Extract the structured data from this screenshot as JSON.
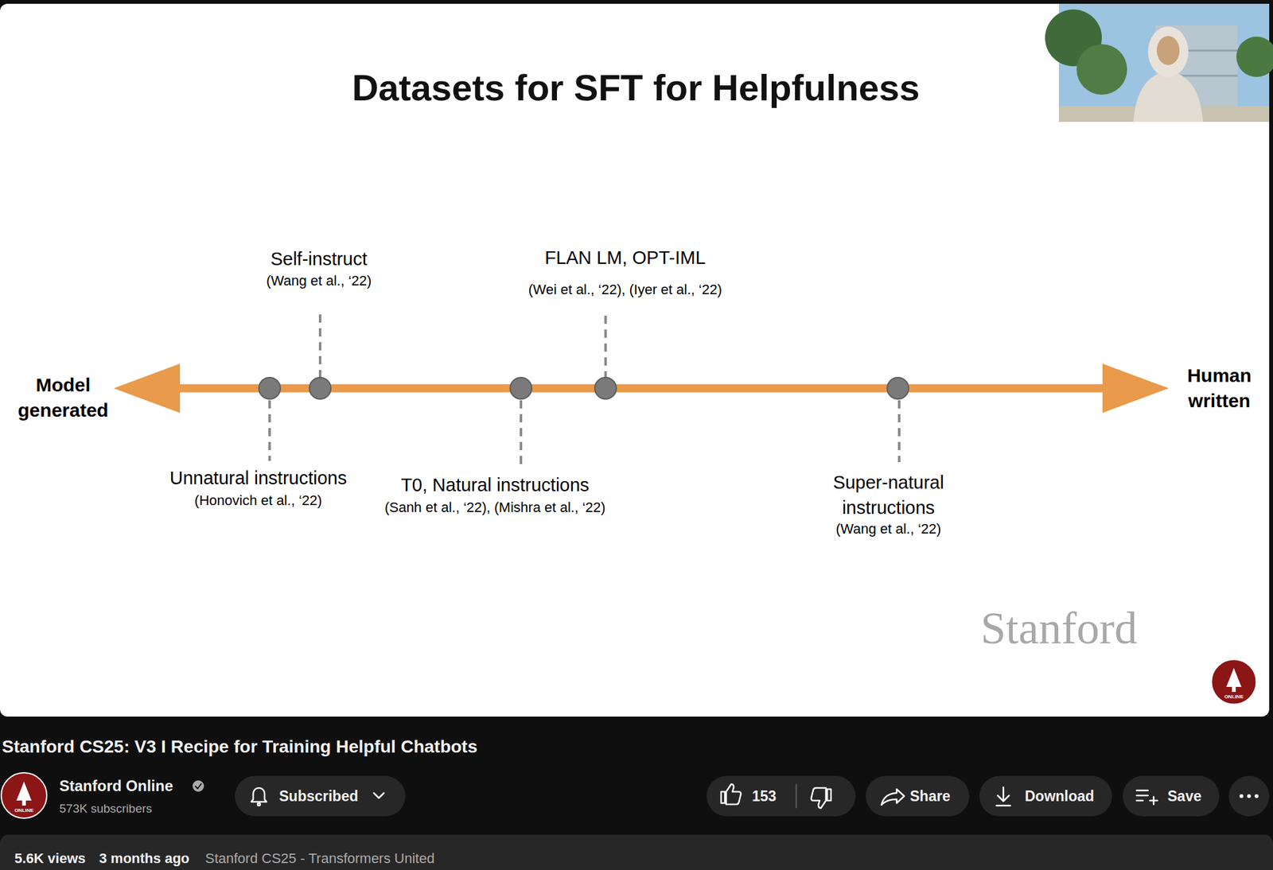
{
  "diagram": {
    "title": "Datasets for SFT for Helpfulness",
    "nodes": [
      {
        "text": [
          "Subscribed"
        ]
      },
      {
        "text": [
          "153"
        ]
      },
      {
        "text": [
          "Share"
        ]
      },
      {
        "text": [
          "Download"
        ]
      },
      {
        "text": [
          "Save"
        ]
      }
    ],
    "labels": [
      "Model generated",
      "Human written",
      "Self-instruct",
      "(Wang et al., ‘22)",
      "FLAN LM, OPT-IML",
      "(Wei et al., ‘22), (Iyer et al., ‘22)",
      "Unnatural instructions",
      "(Honovich et al., ‘22)",
      "T0, Natural instructions",
      "(Sanh et al., ‘22), (Mishra et al., ‘22)",
      "Super-natural instructions",
      "(Wang et al., ‘22)",
      "Stanford",
      "ONLINE",
      "Stanford CS25: V3 I Recipe for Training Helpful Chatbots",
      "Stanford Online",
      "573K subscribers",
      "ONLINE",
      "5.6K views",
      "3 months ago",
      "Stanford CS25 - Transformers United"
    ]
  }
}
